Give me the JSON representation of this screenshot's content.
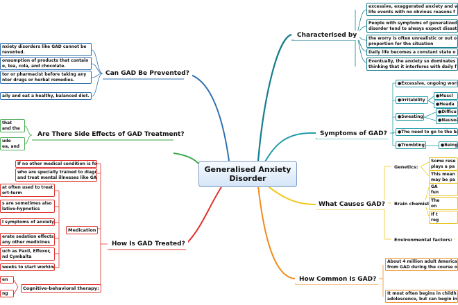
{
  "central": {
    "line1": "Generalised Anxiety",
    "line2": "Disorder"
  },
  "branches": {
    "characterised": {
      "title": "Characterised by",
      "items": [
        "excessive, exaggerated anxiety and w",
        "life events with no obvious reasons f",
        "People with symptoms of generalized",
        "disorder tend to always expect disast",
        "the worry is often unrealistic or out o",
        "proportion for the situation",
        "Daily life becomes a constant state o",
        "Eventually, the anxiety so dominates",
        "thinking that it interferes with daily f"
      ]
    },
    "symptoms": {
      "title": "Symptoms of GAD?",
      "items": [
        "●Excessive, ongoing wors",
        "●Irritability",
        "●Muscl",
        "●Heada",
        "●Sweating",
        "●Difficu",
        "●Nausea",
        "●The need to go to the ba",
        "●Trembling",
        "●Being"
      ]
    },
    "causes": {
      "title": "What Causes GAD?",
      "genetics": "Genetics:",
      "genetics_items": [
        "Some rese",
        "plays a pa",
        "This mean",
        "may be pa"
      ],
      "brain": "Brain chemistry:",
      "brain_items": [
        "GA",
        "fun",
        "The",
        "on",
        "If t",
        "reg"
      ],
      "environmental": "Environmental factors:"
    },
    "common": {
      "title": "How Common Is GAD?",
      "items": [
        "About 4 million adult America",
        "from GAD during the course o",
        "It most often begins in childh",
        "adolescence, but can begin in"
      ]
    },
    "prevented": {
      "title": "Can GAD Be Prevented?",
      "items": [
        "nxiety disorders like GAD cannot be",
        "revented.",
        "onsumption of products that contain",
        "e, tea, cola, and chocolate.",
        "tor or pharmacist before taking any",
        "nter drugs or herbal remedies.",
        "aily and eat a healthy, balanced diet."
      ]
    },
    "side_effects": {
      "title": "Are There Side Effects of GAD Treatment?",
      "items": [
        "that",
        "and the",
        "ude",
        "ea, and"
      ]
    },
    "treated": {
      "title": "How Is GAD Treated?",
      "top_items": [
        "If no other medical condition is found",
        "who are specially trained to diagnose",
        "and treat mental illnesses like GAD"
      ],
      "medication": "Medication",
      "medication_items": [
        "at often used to treat",
        "ort-term",
        "s are sometimes also",
        "lative-hypnotics",
        "l symptoms of anxiety",
        "erate sedation effects",
        "any other medicines",
        "uch as Paxil, Effexor,",
        "nd Cymbalta",
        "weeks to start working"
      ],
      "cbt": "Cognitive-behavioral therapy:",
      "cbt_items": [
        "en",
        "ng"
      ]
    }
  },
  "colors": {
    "teal": "#157d8c",
    "green": "#3aa646",
    "yellow": "#f2c81d",
    "orange": "#f08c1e",
    "blue": "#4a7ec7",
    "red": "#e0312b"
  }
}
